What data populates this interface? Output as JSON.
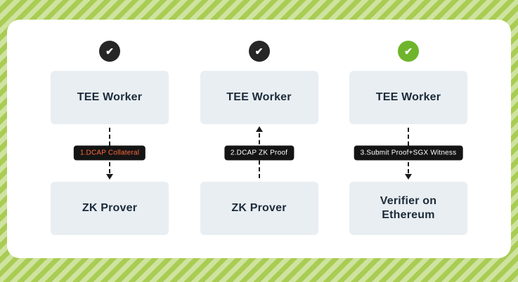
{
  "diagram": {
    "icons": {
      "check": "✔"
    },
    "columns": [
      {
        "status": "complete-dark",
        "top_box": "TEE Worker",
        "step_badge": "1.DCAP Collateral",
        "arrow_direction": "down",
        "bottom_box": "ZK Prover"
      },
      {
        "status": "complete-dark",
        "top_box": "TEE Worker",
        "step_badge": "2.DCAP ZK Proof",
        "arrow_direction": "up",
        "bottom_box": "ZK Prover"
      },
      {
        "status": "complete-green",
        "top_box": "TEE Worker",
        "step_badge": "3.Submit Proof+SGX Witness",
        "arrow_direction": "down",
        "bottom_box": "Verifier on\nEthereum"
      }
    ],
    "colors": {
      "dark_check_circle": "#262626",
      "green_check_circle": "#6fb52b",
      "box_background": "#e9eef2",
      "box_text": "#1b2b3a",
      "badge_background": "#141414",
      "badge_text_step1": "#ff6a3d",
      "badge_text": "#ffffff",
      "card_background": "#ffffff",
      "stripe_light": "#cfe3a0",
      "stripe_dark": "#a9cc53"
    }
  }
}
